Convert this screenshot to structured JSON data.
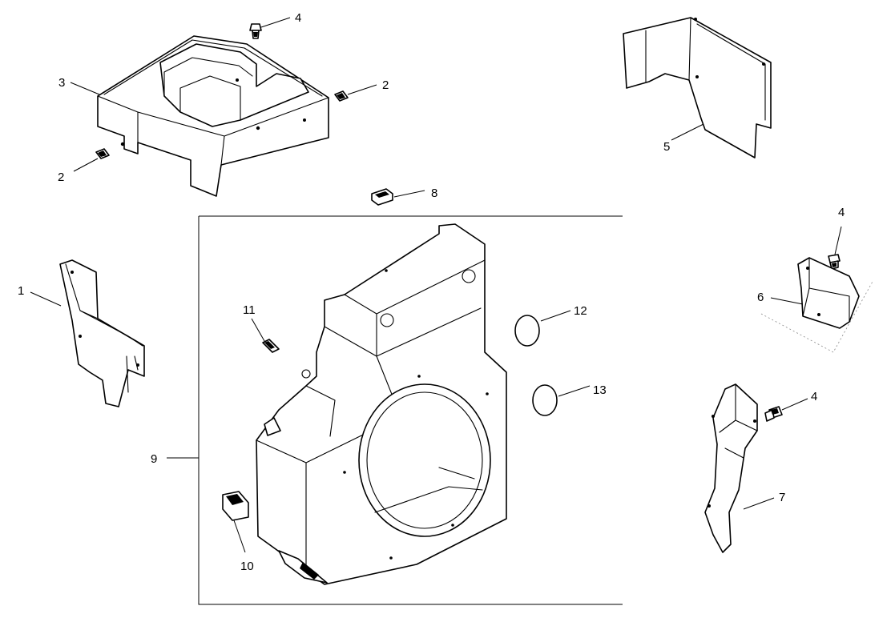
{
  "callouts": {
    "c1": "1",
    "c2a": "2",
    "c2b": "2",
    "c3": "3",
    "c4a": "4",
    "c4b": "4",
    "c4c": "4",
    "c5": "5",
    "c6": "6",
    "c7": "7",
    "c8": "8",
    "c9": "9",
    "c10": "10",
    "c11": "11",
    "c12": "12",
    "c13": "13"
  },
  "colors": {
    "line": "#000000",
    "background": "#ffffff"
  }
}
